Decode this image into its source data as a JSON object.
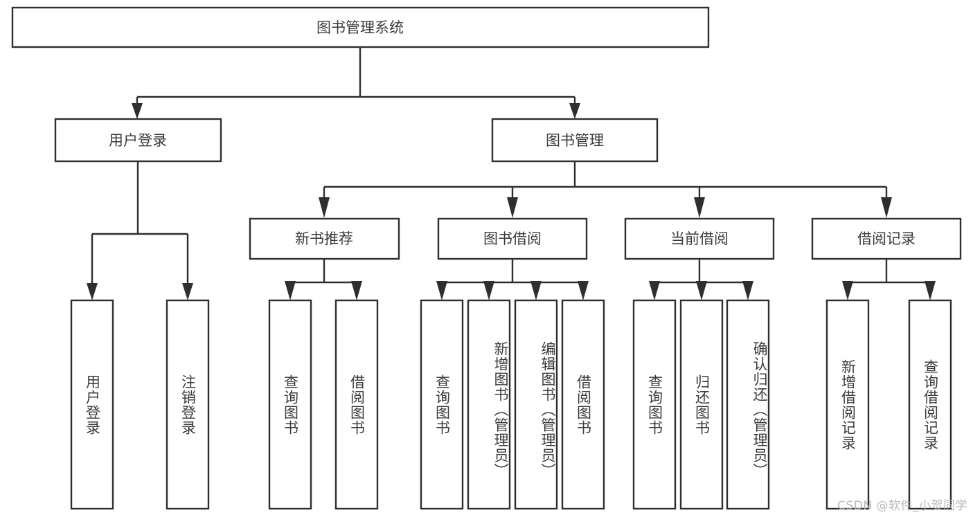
{
  "diagram": {
    "title": "图书管理系统",
    "type": "tree-hierarchy",
    "watermark": "CSDN @软件_小贺同学",
    "colors": {
      "box_stroke": "#2f2f2f",
      "box_fill": "#ffffff",
      "text": "#3b3b3b",
      "connector": "#2f2f2f",
      "background": "#ffffff",
      "watermark": "#b9b9b9"
    },
    "root": {
      "label": "图书管理系统"
    },
    "level2": [
      {
        "label": "用户登录"
      },
      {
        "label": "图书管理"
      }
    ],
    "level3": [
      {
        "label": "新书推荐"
      },
      {
        "label": "图书借阅"
      },
      {
        "label": "当前借阅"
      },
      {
        "label": "借阅记录"
      }
    ],
    "leaves": {
      "user_login": [
        {
          "label": "用户登录"
        },
        {
          "label": "注销登录"
        }
      ],
      "new_book_recommend": [
        {
          "label": "查询图书"
        },
        {
          "label": "借阅图书"
        }
      ],
      "book_borrow": [
        {
          "label": "查询图书"
        },
        {
          "label": "新增图书（管理员）"
        },
        {
          "label": "编辑图书（管理员）"
        },
        {
          "label": "借阅图书"
        }
      ],
      "current_borrow": [
        {
          "label": "查询图书"
        },
        {
          "label": "归还图书"
        },
        {
          "label": "确认归还（管理员）"
        }
      ],
      "borrow_record": [
        {
          "label": "新增借阅记录"
        },
        {
          "label": "查询借阅记录"
        }
      ]
    }
  }
}
